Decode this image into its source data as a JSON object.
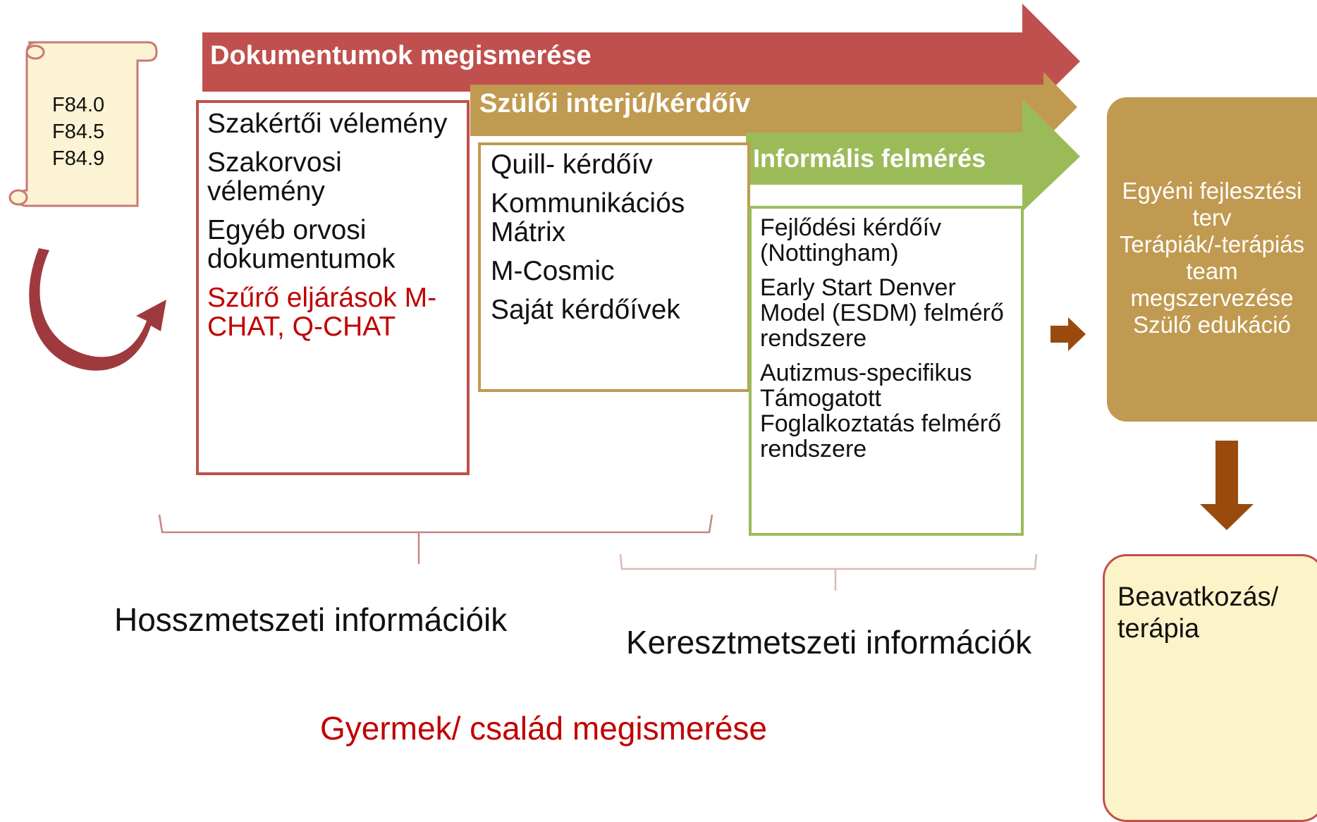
{
  "scroll": {
    "codes": [
      "F84.0",
      "F84.5",
      "F84.9"
    ]
  },
  "arrows": {
    "dokumentumok": "Dokumentumok megismerése",
    "szuloi": "Szülői interjú/kérdőív",
    "informalis": "Informális felmérés"
  },
  "docs_box": {
    "items": [
      "Szakértői vélemény",
      "Szakorvosi vélemény",
      "Egyéb orvosi dokumentumok"
    ],
    "highlight": "Szűrő eljárások M-CHAT, Q-CHAT"
  },
  "parent_box": {
    "items": [
      "Quill- kérdőív",
      "Kommunikációs Mátrix",
      "M-Cosmic",
      "Saját kérdőívek"
    ]
  },
  "informal_box": {
    "items": [
      "Fejlődési kérdőív (Nottingham)",
      "Early Start Denver Model (ESDM) felmérő rendszere",
      "Autizmus-specifikus Támogatott Foglalkoztatás felmérő rendszere"
    ]
  },
  "plan_box": {
    "lines": [
      "Egyéni fejlesztési terv",
      "Terápiák/-terápiás team megszervezése",
      "Szülő edukáció"
    ]
  },
  "intervention_box": {
    "label": "Beavatkozás/ terápia"
  },
  "longitudinal_label": "Hosszmetszeti információik",
  "cross_label": "Keresztmetszeti információk",
  "bottom_label": "Gyermek/ család megismerése",
  "colors": {
    "red": "#c0504d",
    "tan": "#c09a50",
    "green": "#9bbb59",
    "plan": "#c09a50",
    "dark_red_text": "#c00000",
    "brown_arrow": "#9a4a0c",
    "scroll_fill": "#fcf3d4",
    "intervention_fill": "#fdf3c8"
  }
}
